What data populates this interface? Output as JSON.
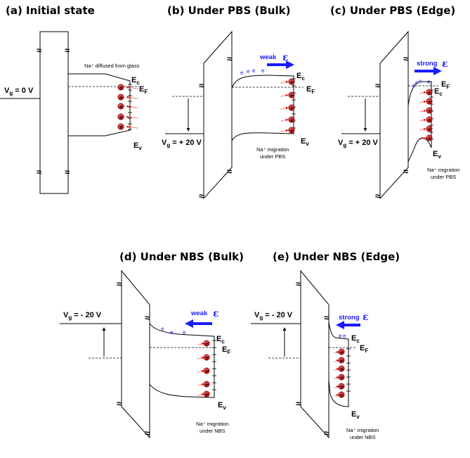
{
  "panels": {
    "a": {
      "title": "(a) Initial state",
      "vg_label": "V",
      "vg_sub": "g",
      "vg_value": " = 0 V",
      "note": "Na⁺ diffused from glass"
    },
    "b": {
      "title": "(b) Under PBS (Bulk)",
      "vg_label": "V",
      "vg_sub": "g",
      "vg_value": " = + 20 V",
      "field": "weak",
      "note1": "Na⁺ migration",
      "note2": "under PBS"
    },
    "c": {
      "title": "(c) Under PBS (Edge)",
      "vg_label": "V",
      "vg_sub": "g",
      "vg_value": " = + 20 V",
      "field": "strong",
      "note1": "Na⁺ migration",
      "note2": "under PBS"
    },
    "d": {
      "title": "(d) Under NBS (Bulk)",
      "vg_label": "V",
      "vg_sub": "g",
      "vg_value": " = - 20 V",
      "field": "weak",
      "note1": "Na⁺ migration",
      "note2": "under NBS"
    },
    "e": {
      "title": "(e) Under NBS (Edge)",
      "vg_label": "V",
      "vg_sub": "g",
      "vg_value": " = - 20 V",
      "field": "strong",
      "note1": "Na⁺ migration",
      "note2": "under NBS"
    }
  },
  "bands": {
    "ec": "E",
    "ec_sub": "c",
    "ef": "E",
    "ef_sub": "F",
    "ev": "E",
    "ev_sub": "v"
  },
  "symbols": {
    "electron": "e",
    "field": "ɛ",
    "ion_sign": "+",
    "break": "≈"
  },
  "colors": {
    "field_arrow": "#1a1aff",
    "ion_fill": "#cc1111",
    "ion_arrow": "#ee0000"
  }
}
